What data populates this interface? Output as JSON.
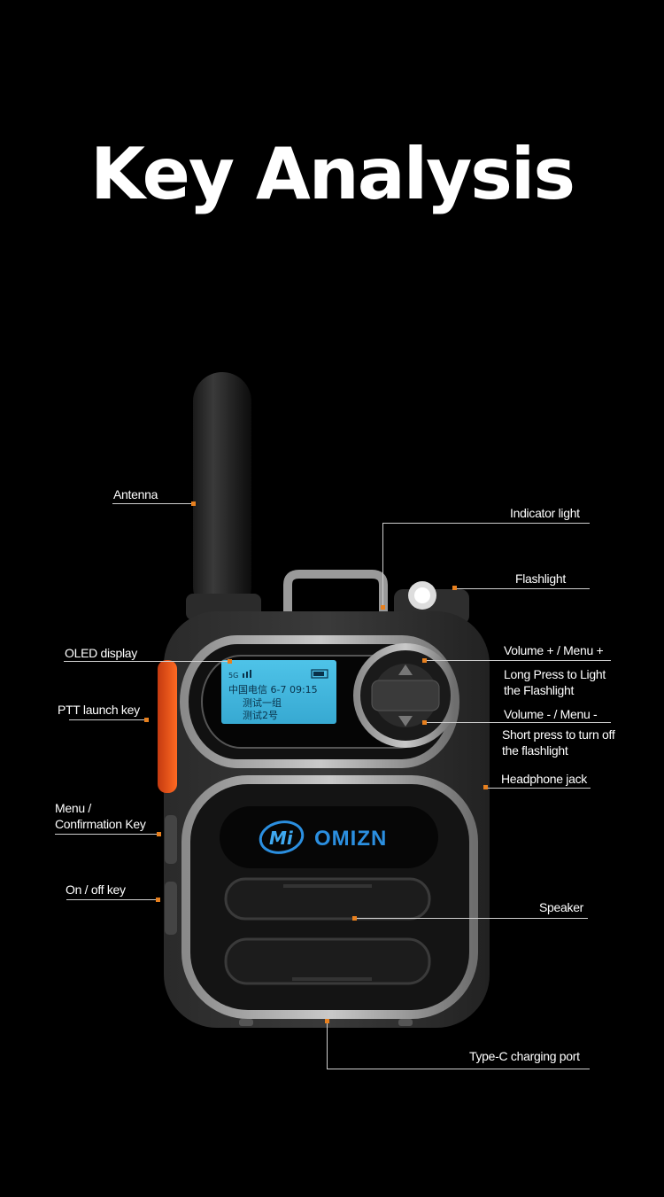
{
  "title": "Key Analysis",
  "accent_color": "#e8801e",
  "labels": {
    "antenna": "Antenna",
    "indicator_light": "Indicator light",
    "flashlight": "Flashlight",
    "oled_display": "OLED display",
    "volume_up": "Volume + / Menu +",
    "long_press_1": "Long Press to Light",
    "long_press_2": "the Flashlight",
    "ptt": "PTT launch key",
    "volume_down": "Volume - / Menu -",
    "short_press_1": "Short press to turn off",
    "short_press_2": "the flashlight",
    "headphone_jack": "Headphone jack",
    "menu_confirm_1": "Menu /",
    "menu_confirm_2": "Confirmation Key",
    "on_off": "On / off key",
    "speaker": "Speaker",
    "type_c": "Type-C charging port"
  },
  "screen": {
    "status": "5G",
    "carrier_line": "中国电信 6-7   09:15",
    "group1": "测试一组",
    "group2": "测试2号"
  },
  "brand": {
    "logo_mark": "Mi",
    "name": "OMIZN"
  }
}
